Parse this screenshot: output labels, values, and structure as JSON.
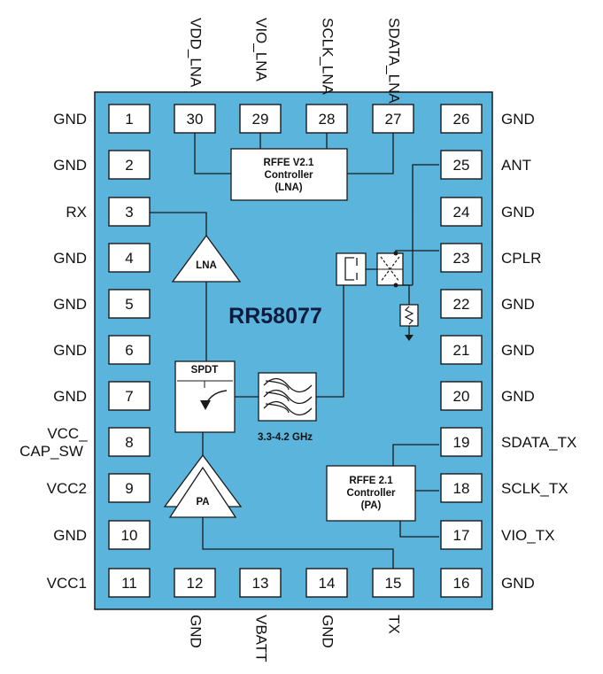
{
  "chip": {
    "part_number": "RR58077",
    "body_color": "#5bb4dc",
    "part_number_color": "#0d1b3e"
  },
  "pins": {
    "left": [
      {
        "num": "1",
        "label": "GND"
      },
      {
        "num": "2",
        "label": "GND"
      },
      {
        "num": "3",
        "label": "RX"
      },
      {
        "num": "4",
        "label": "GND"
      },
      {
        "num": "5",
        "label": "GND"
      },
      {
        "num": "6",
        "label": "GND"
      },
      {
        "num": "7",
        "label": "GND"
      },
      {
        "num": "8",
        "label": "VCC_ CAP_SW"
      },
      {
        "num": "9",
        "label": "VCC2"
      },
      {
        "num": "10",
        "label": "GND"
      },
      {
        "num": "11",
        "label": "VCC1"
      }
    ],
    "top": [
      {
        "num": "30",
        "label": "VDD_LNA"
      },
      {
        "num": "29",
        "label": "VIO_LNA"
      },
      {
        "num": "28",
        "label": "SCLK_LNA"
      },
      {
        "num": "27",
        "label": "SDATA_LNA"
      }
    ],
    "bottom": [
      {
        "num": "12",
        "label": "GND"
      },
      {
        "num": "13",
        "label": "VBATT"
      },
      {
        "num": "14",
        "label": "GND"
      },
      {
        "num": "15",
        "label": "TX"
      }
    ],
    "right": [
      {
        "num": "26",
        "label": "GND"
      },
      {
        "num": "25",
        "label": "ANT"
      },
      {
        "num": "24",
        "label": "GND"
      },
      {
        "num": "23",
        "label": "CPLR"
      },
      {
        "num": "22",
        "label": "GND"
      },
      {
        "num": "21",
        "label": "GND"
      },
      {
        "num": "20",
        "label": "GND"
      },
      {
        "num": "19",
        "label": "SDATA_TX"
      },
      {
        "num": "18",
        "label": "SCLK_TX"
      },
      {
        "num": "17",
        "label": "VIO_TX"
      },
      {
        "num": "16",
        "label": "GND"
      }
    ]
  },
  "blocks": {
    "lna_controller": [
      "RFFE V2.1",
      "Controller",
      "(LNA)"
    ],
    "pa_controller": [
      "RFFE 2.1",
      "Controller",
      "(PA)"
    ],
    "lna": "LNA",
    "pa": "PA",
    "spdt": "SPDT",
    "filter_band": "3.3-4.2 GHz"
  }
}
